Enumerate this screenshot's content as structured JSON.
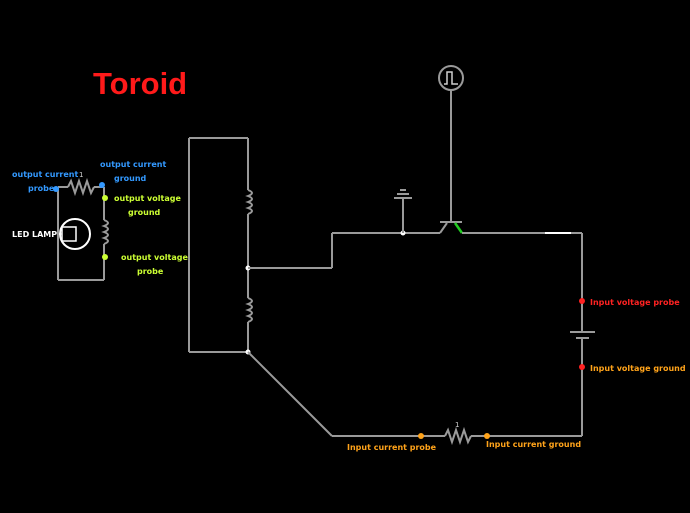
{
  "title": "Toroid",
  "labels": {
    "output_current_probe_l1": "output current",
    "output_current_probe_l2": "probe",
    "output_current_ground_l1": "output current",
    "output_current_ground_l2": "ground",
    "output_voltage_ground_l1": "output voltage",
    "output_voltage_ground_l2": "ground",
    "output_voltage_probe_l1": "output voltage",
    "output_voltage_probe_l2": "probe",
    "led_lamp": "LED LAMP",
    "input_voltage_probe": "Input voltage probe",
    "input_voltage_ground": "Input voltage ground",
    "input_current_probe": "Input current  probe",
    "input_current_ground": "Input current  ground",
    "resistor_output_value": "1",
    "resistor_input_value": "1"
  },
  "colors": {
    "background": "#000000",
    "wire": "#9a9a9a",
    "title": "#ff1a1a",
    "output_current": "#3399ff",
    "output_voltage": "#ccff33",
    "input_voltage": "#ff2222",
    "input_current": "#ffa31a",
    "transistor_emitter": "#22cc22"
  },
  "icons": {
    "pulse_source": "square-pulse-icon",
    "ground": "ground-icon",
    "transistor": "npn-transistor-icon",
    "battery": "battery-icon",
    "led_lamp": "lamp-icon",
    "inductor": "coil-icon",
    "resistor": "resistor-icon"
  }
}
